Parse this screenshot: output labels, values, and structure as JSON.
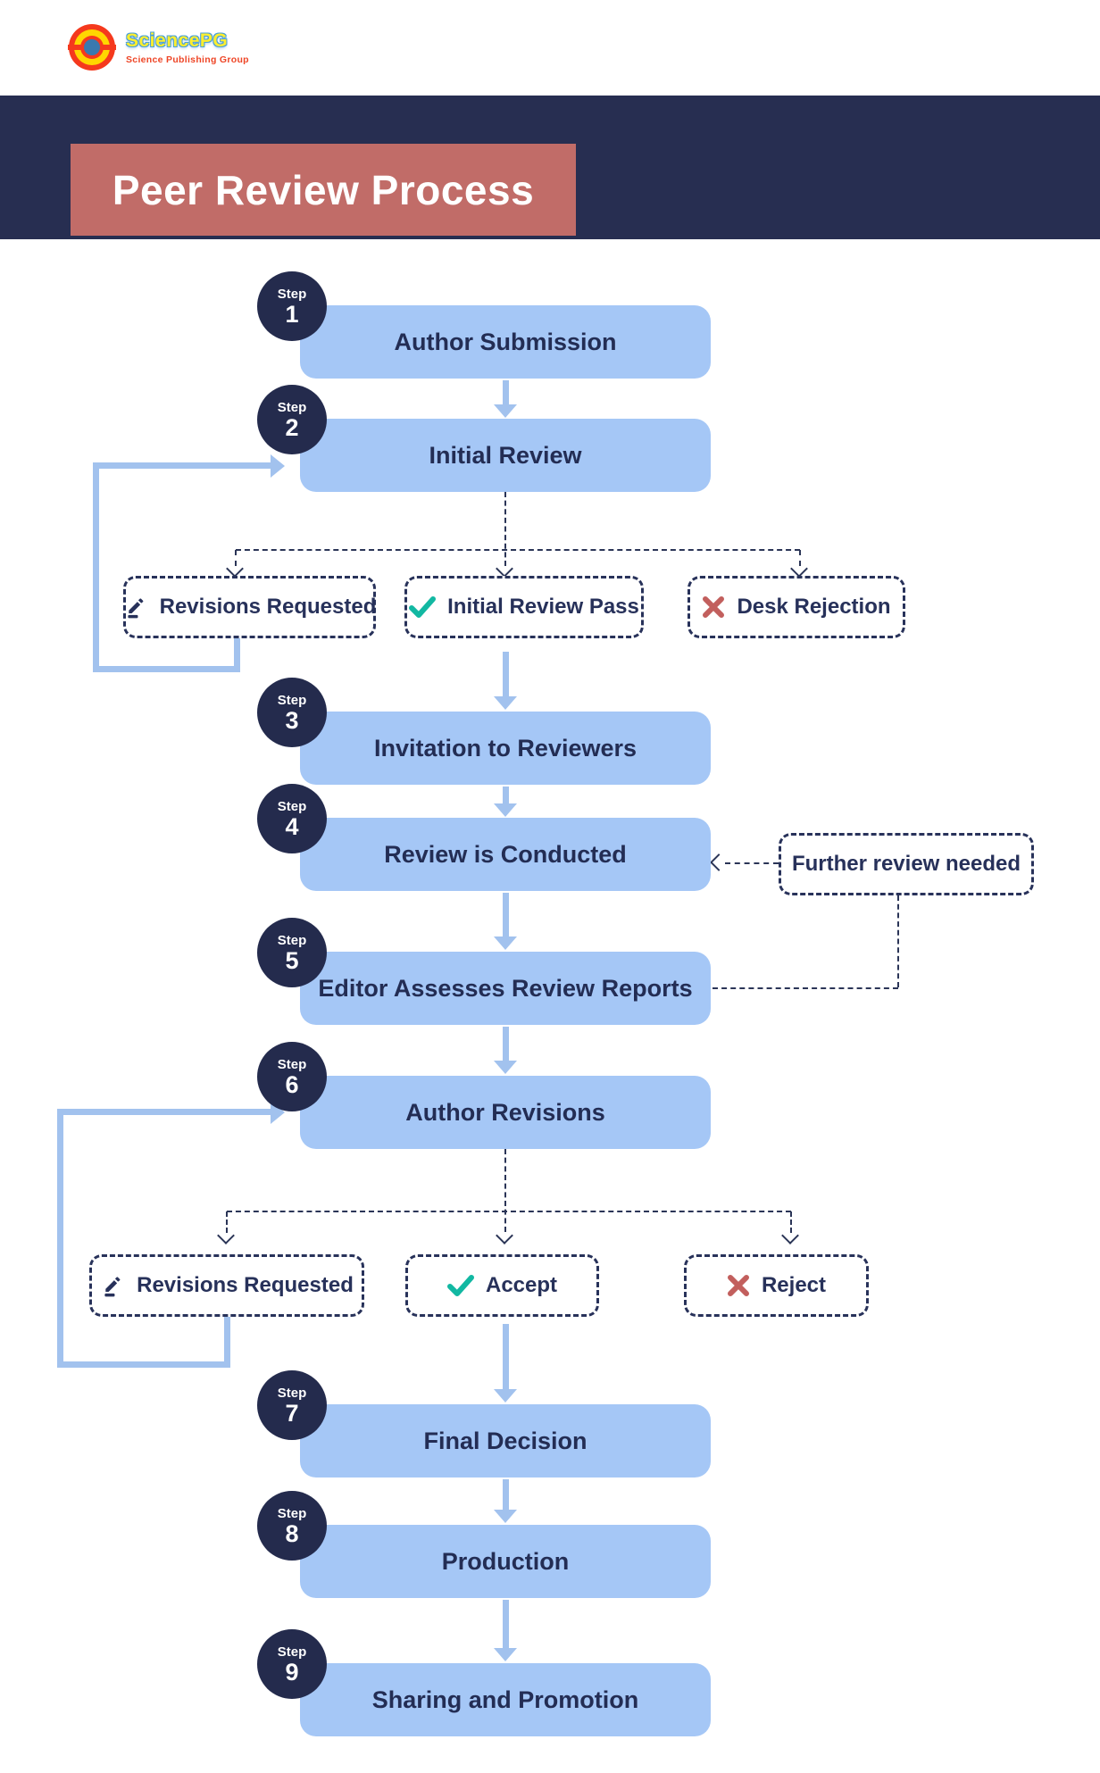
{
  "logo": {
    "brand": "SciencePG",
    "tagline": "Science Publishing Group"
  },
  "header": {
    "title": "Peer Review Process"
  },
  "badge_word": "Step",
  "steps": [
    {
      "number": "1",
      "label": "Author Submission"
    },
    {
      "number": "2",
      "label": "Initial Review"
    },
    {
      "number": "3",
      "label": "Invitation to Reviewers"
    },
    {
      "number": "4",
      "label": "Review is Conducted"
    },
    {
      "number": "5",
      "label": "Editor Assesses Review Reports"
    },
    {
      "number": "6",
      "label": "Author Revisions"
    },
    {
      "number": "7",
      "label": "Final Decision"
    },
    {
      "number": "8",
      "label": "Production"
    },
    {
      "number": "9",
      "label": "Sharing and Promotion"
    }
  ],
  "decisions_initial": [
    {
      "icon": "pencil-icon",
      "label": "Revisions Requested"
    },
    {
      "icon": "check-icon",
      "label": "Initial Review Pass"
    },
    {
      "icon": "x-icon",
      "label": "Desk Rejection"
    }
  ],
  "decisions_final": [
    {
      "icon": "pencil-icon",
      "label": "Revisions Requested"
    },
    {
      "icon": "check-icon",
      "label": "Accept"
    },
    {
      "icon": "x-icon",
      "label": "Reject"
    }
  ],
  "side_note": {
    "label": "Further review needed"
  },
  "colors": {
    "navy_band": "#272e51",
    "badge_navy": "#242b4d",
    "title_rose": "#c16c68",
    "step_box_blue": "#a5c7f6",
    "arrow_blue": "#a2c2ee",
    "dashed_navy": "#2b3557",
    "check_teal": "#12b8a2",
    "reject_red": "#c25f5d",
    "logo_red": "#f5391d",
    "logo_yellow": "#ffd600",
    "logo_blue": "#3a79ae"
  }
}
